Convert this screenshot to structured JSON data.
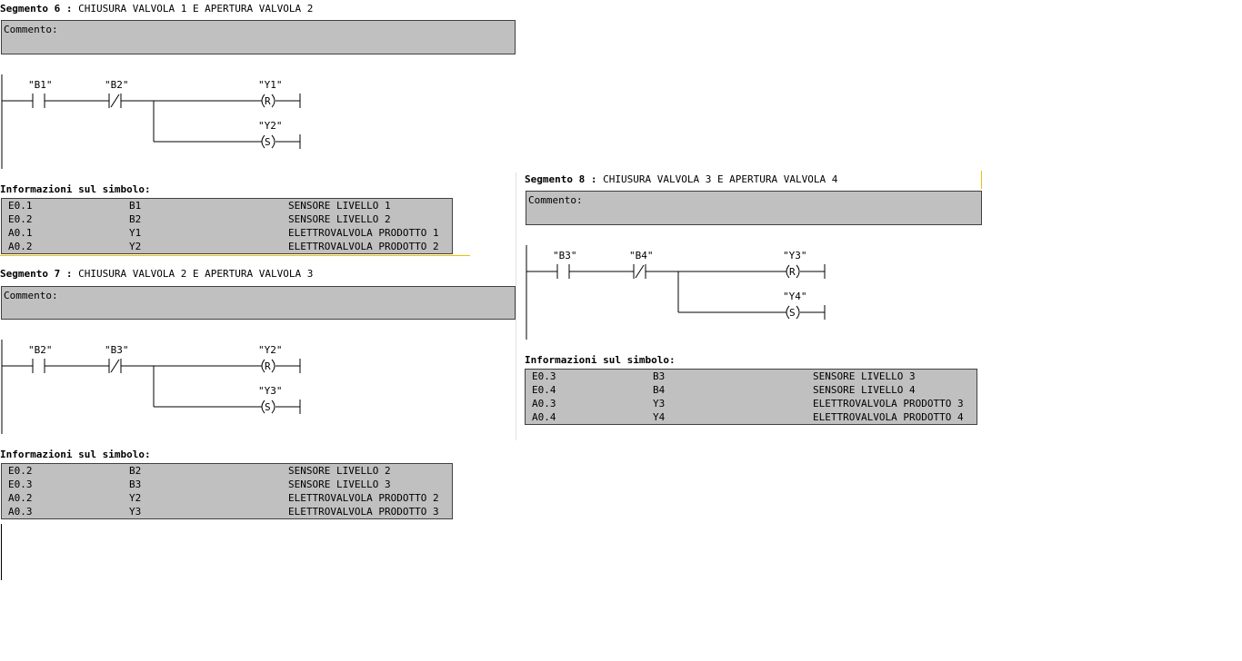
{
  "segments": [
    {
      "label": "Segmento 6",
      "title": "CHIUSURA VALVOLA 1 E APERTURA VALVOLA 2",
      "comment_label": "Commento:",
      "contact_no": "\"B1\"",
      "contact_nc": "\"B2\"",
      "coil_reset": "\"Y1\"",
      "coil_set": "\"Y2\"",
      "reset_symbol": "R",
      "set_symbol": "S",
      "info_label": "Informazioni sul simbolo:",
      "symbols": [
        {
          "address": "E0.1",
          "symbol": "B1",
          "comment": "SENSORE LIVELLO 1"
        },
        {
          "address": "E0.2",
          "symbol": "B2",
          "comment": "SENSORE LIVELLO 2"
        },
        {
          "address": "A0.1",
          "symbol": "Y1",
          "comment": "ELETTROVALVOLA PRODOTTO 1"
        },
        {
          "address": "A0.2",
          "symbol": "Y2",
          "comment": "ELETTROVALVOLA PRODOTTO 2"
        }
      ]
    },
    {
      "label": "Segmento 7",
      "title": "CHIUSURA VALVOLA 2 E APERTURA VALVOLA 3",
      "comment_label": "Commento:",
      "contact_no": "\"B2\"",
      "contact_nc": "\"B3\"",
      "coil_reset": "\"Y2\"",
      "coil_set": "\"Y3\"",
      "reset_symbol": "R",
      "set_symbol": "S",
      "info_label": "Informazioni sul simbolo:",
      "symbols": [
        {
          "address": "E0.2",
          "symbol": "B2",
          "comment": "SENSORE LIVELLO 2"
        },
        {
          "address": "E0.3",
          "symbol": "B3",
          "comment": "SENSORE LIVELLO 3"
        },
        {
          "address": "A0.2",
          "symbol": "Y2",
          "comment": "ELETTROVALVOLA PRODOTTO 2"
        },
        {
          "address": "A0.3",
          "symbol": "Y3",
          "comment": "ELETTROVALVOLA PRODOTTO 3"
        }
      ]
    },
    {
      "label": "Segmento 8",
      "title": "CHIUSURA VALVOLA 3 E APERTURA VALVOLA 4",
      "comment_label": "Commento:",
      "contact_no": "\"B3\"",
      "contact_nc": "\"B4\"",
      "coil_reset": "\"Y3\"",
      "coil_set": "\"Y4\"",
      "reset_symbol": "R",
      "set_symbol": "S",
      "info_label": "Informazioni sul simbolo:",
      "symbols": [
        {
          "address": "E0.3",
          "symbol": "B3",
          "comment": "SENSORE LIVELLO 3"
        },
        {
          "address": "E0.4",
          "symbol": "B4",
          "comment": "SENSORE LIVELLO 4"
        },
        {
          "address": "A0.3",
          "symbol": "Y3",
          "comment": "ELETTROVALVOLA PRODOTTO 3"
        },
        {
          "address": "A0.4",
          "symbol": "Y4",
          "comment": "ELETTROVALVOLA PRODOTTO 4"
        }
      ]
    }
  ]
}
